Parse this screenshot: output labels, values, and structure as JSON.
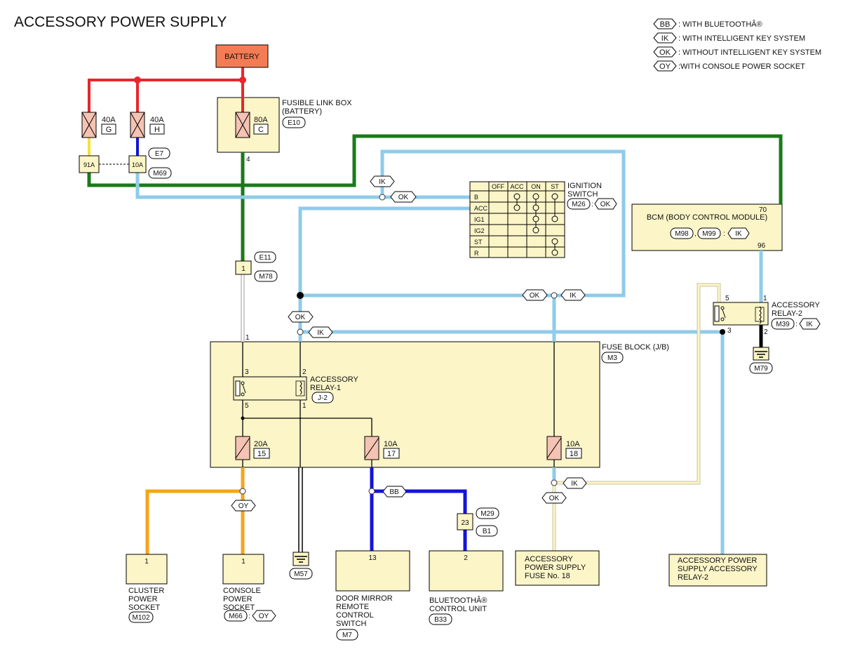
{
  "title": "ACCESSORY POWER SUPPLY",
  "legend": [
    {
      "code": "BB",
      "text": ": WITH BLUETOOTHÂ®"
    },
    {
      "code": "IK",
      "text": ": WITH INTELLIGENT KEY SYSTEM"
    },
    {
      "code": "OK",
      "text": ": WITHOUT INTELLIGENT KEY SYSTEM"
    },
    {
      "code": "OY",
      "text": ":WITH CONSOLE POWER SOCKET"
    }
  ],
  "battery": "BATTERY",
  "fusible_link": {
    "line1": "FUSIBLE LINK BOX",
    "line2": "(BATTERY)",
    "conn": "E10",
    "main_amp": "80A",
    "main_letter": "C",
    "pin": "4",
    "fuse_g_amp": "40A",
    "fuse_g_letter": "G",
    "fuse_h_amp": "40A",
    "fuse_h_letter": "H"
  },
  "small_fuses": {
    "left": "91A",
    "right": "10A",
    "conn1": "E7",
    "conn2": "M69"
  },
  "ignition": {
    "line1": "IGNITION",
    "line2": "SWITCH",
    "conn": "M26",
    "opt": "OK",
    "cols": [
      "OFF",
      "ACC",
      "ON",
      "ST"
    ],
    "rows": [
      "B",
      "ACC",
      "IG1",
      "IG2",
      "ST",
      "R"
    ]
  },
  "bcm": {
    "name": "BCM (BODY CONTROL MODULE)",
    "pin_top": "70",
    "pin_bottom": "96",
    "conn1": "M98",
    "conn2": "M99",
    "opt": "IK"
  },
  "joint": {
    "pin": "1",
    "conn1": "E11",
    "conn2": "M78"
  },
  "fuse_block": {
    "line1": "FUSE BLOCK (J/B)",
    "conn": "M3"
  },
  "relay1": {
    "line1": "ACCESSORY",
    "line2": "RELAY-1",
    "conn": "J-2",
    "pin_in": "1",
    "pin3": "3",
    "pin2": "2",
    "pin5": "5",
    "pin1": "1"
  },
  "relay2": {
    "line1": "ACCESSORY",
    "line2": "RELAY-2",
    "conn": "M39",
    "opt": "IK",
    "pin5": "5",
    "pin1": "1",
    "pin3": "3",
    "pin2": "2",
    "ground": "M79"
  },
  "fuses": [
    {
      "amp": "20A",
      "num": "15"
    },
    {
      "amp": "10A",
      "num": "17"
    },
    {
      "amp": "10A",
      "num": "18"
    }
  ],
  "tags": {
    "ik": "IK",
    "ok": "OK",
    "oy": "OY",
    "bb": "BB"
  },
  "bt_connector": {
    "pin": "23",
    "conn1": "M29",
    "conn2": "B1"
  },
  "components": {
    "cluster": {
      "pin": "1",
      "l1": "CLUSTER",
      "l2": "POWER",
      "l3": "SOCKET",
      "conn": "M102"
    },
    "console": {
      "pin": "1",
      "l1": "CONSOLE",
      "l2": "POWER",
      "l3": "SOCKET",
      "conn": "M66",
      "opt": "OY"
    },
    "ground_m57": "M57",
    "door_mirror": {
      "pin": "13",
      "l1": "DOOR MIRROR",
      "l2": "REMOTE",
      "l3": "CONTROL",
      "l4": "SWITCH",
      "conn": "M7"
    },
    "bluetooth": {
      "pin": "2",
      "l1": "BLUETOOTHÂ®",
      "l2": "CONTROL UNIT",
      "conn": "B33"
    },
    "fuse18": {
      "l1": "ACCESSORY",
      "l2": "POWER SUPPLY",
      "l3": "FUSE No. 18"
    },
    "relay2_ref": {
      "l1": "ACCESSORY POWER",
      "l2": "SUPPLY ACCESSORY",
      "l3": "RELAY-2"
    }
  },
  "colors": {
    "red": "#e8262b",
    "green": "#1a7a1a",
    "lightblue": "#8fcbea",
    "blue": "#1414d8",
    "yellow": "#f2e23a",
    "orange": "#f5a51c",
    "beige": "#fbf5c7",
    "battery": "#f47c54",
    "fusepink": "#f5c3b3"
  }
}
